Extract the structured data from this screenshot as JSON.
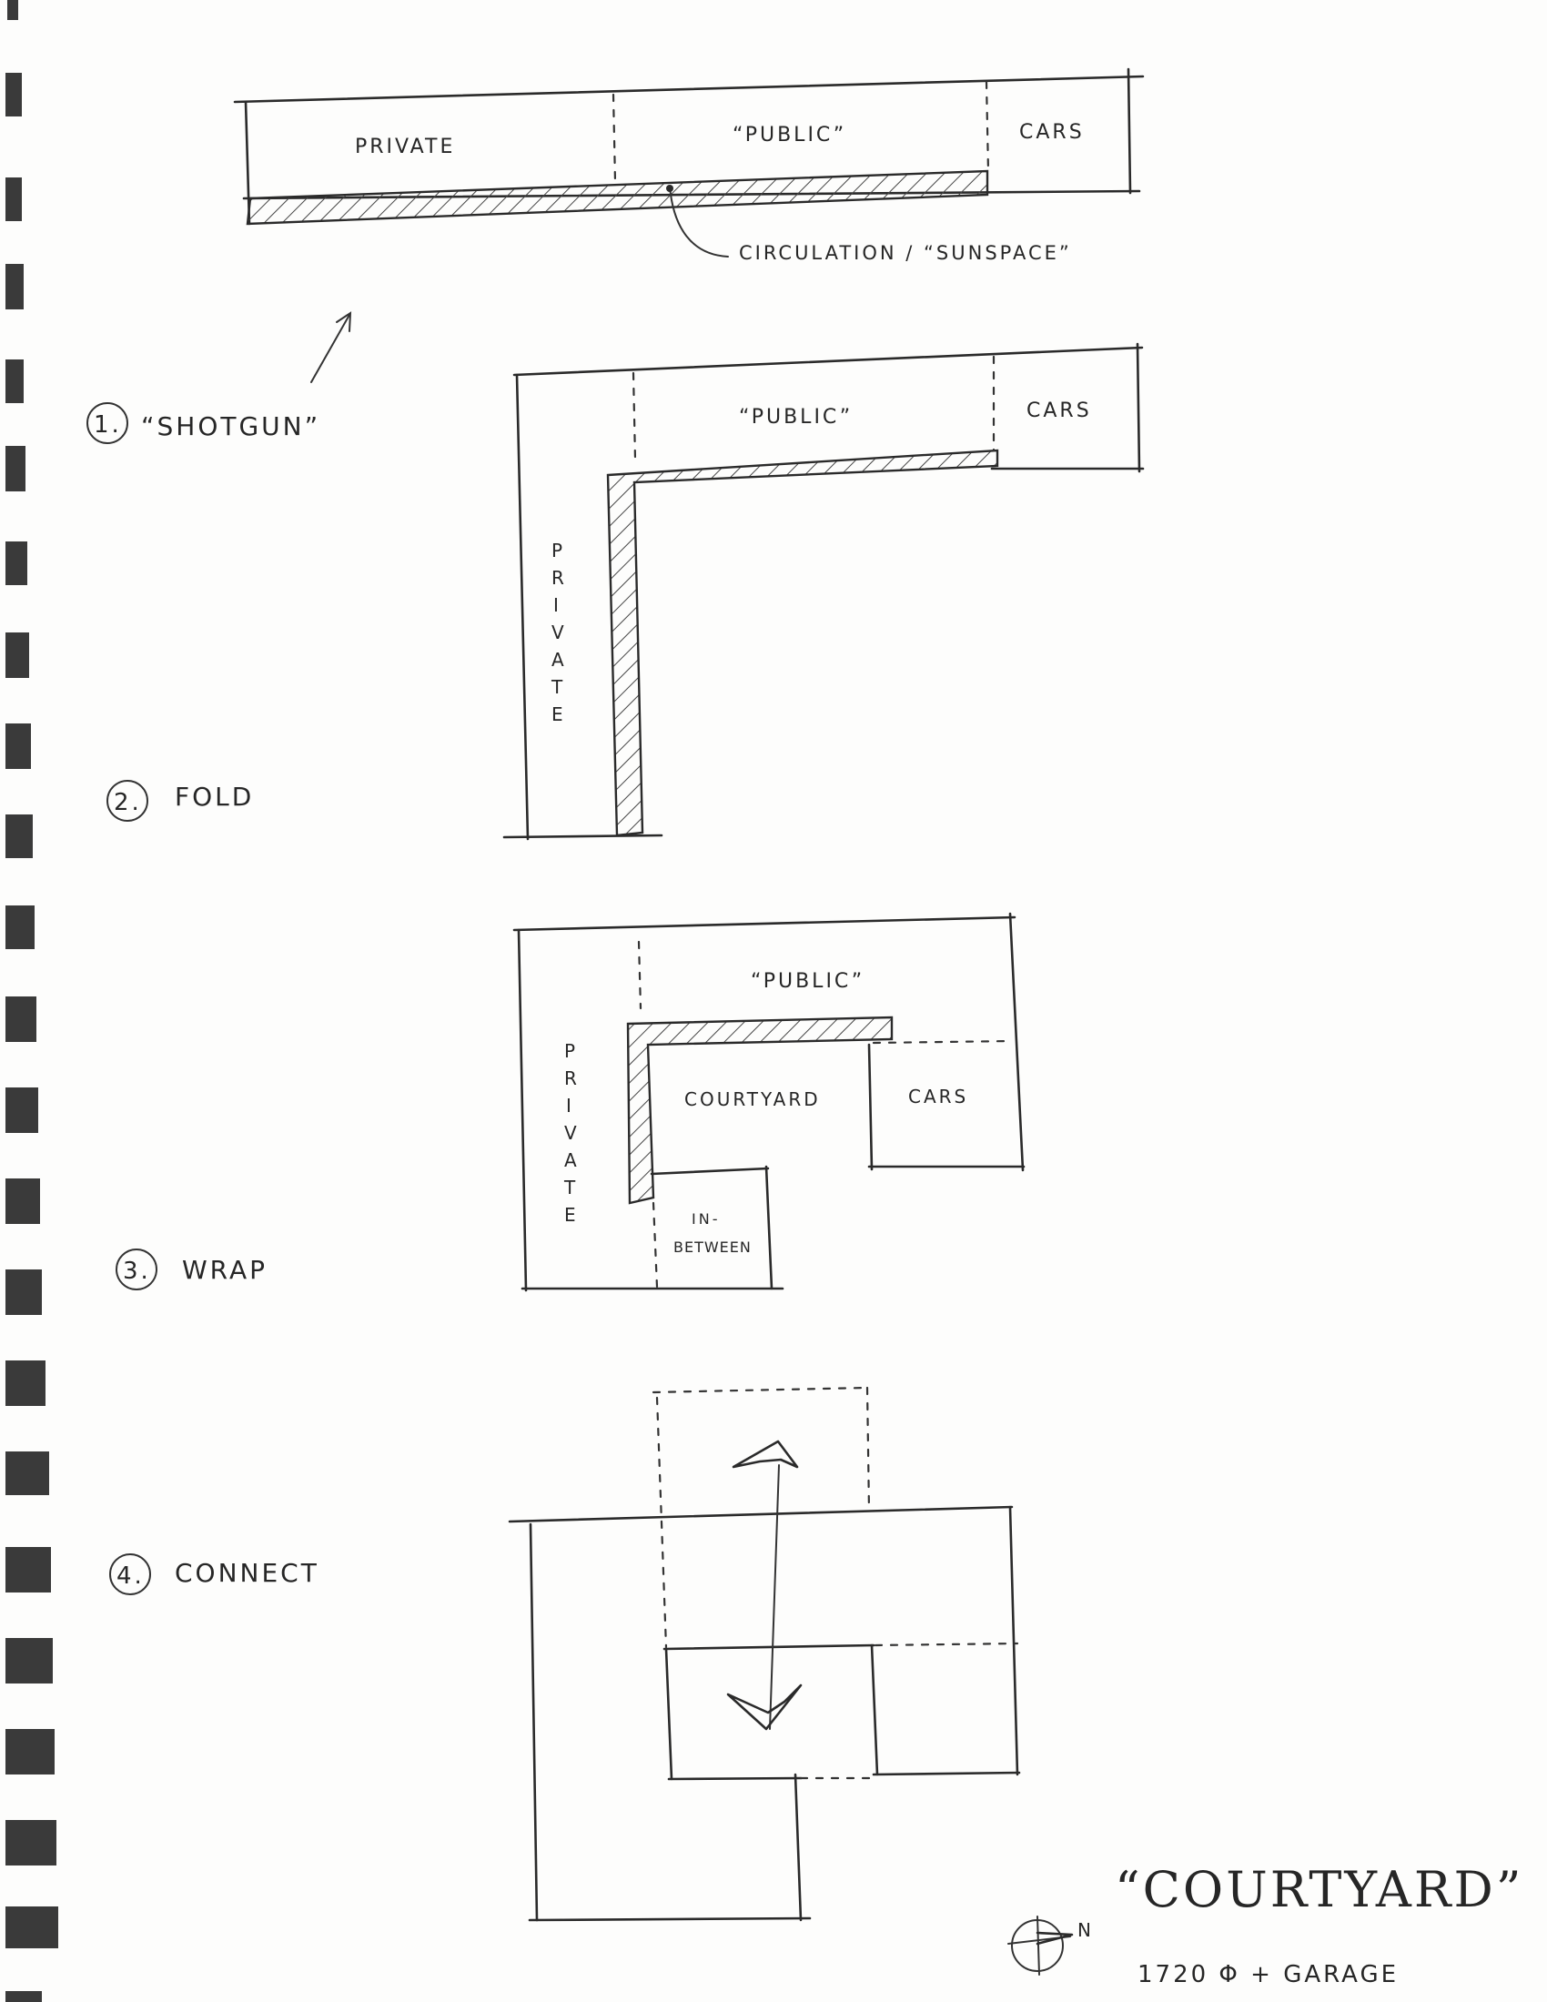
{
  "steps": [
    {
      "label": "1.",
      "name": "“SHOTGUN”"
    },
    {
      "label": "2.",
      "name": "FOLD"
    },
    {
      "label": "3.",
      "name": "WRAP"
    },
    {
      "label": "4.",
      "name": "CONNECT"
    }
  ],
  "zones": {
    "private": "PRIVATE",
    "public": "“PUBLIC”",
    "cars": "CARS",
    "courtyard": "COURTYARD",
    "in_between_1": "IN-",
    "in_between_2": "BETWEEN",
    "circulation": "CIRCULATION / “SUNSPACE”"
  },
  "vertical_private": [
    "P",
    "R",
    "I",
    "V",
    "A",
    "T",
    "E"
  ],
  "title": {
    "main": "“COURTYARD”",
    "sub": "1720 Φ + GARAGE",
    "north": "N"
  }
}
